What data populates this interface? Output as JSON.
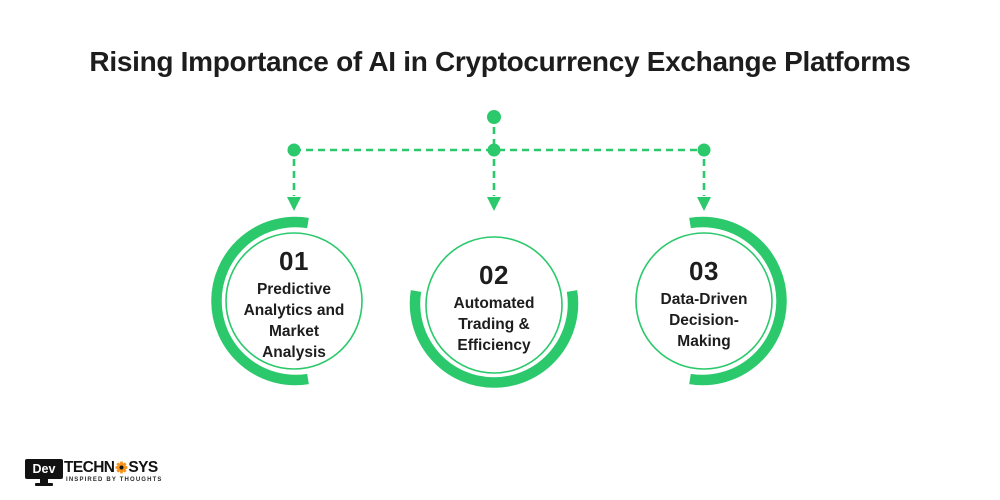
{
  "title": "Rising Importance of AI in Cryptocurrency Exchange Platforms",
  "colors": {
    "accent_green": "#2bc96c",
    "text_dark": "#1d1d1d",
    "logo_black": "#121212",
    "logo_orange": "#f7941e"
  },
  "items": [
    {
      "number": "01",
      "label": "Predictive Analytics and Market Analysis",
      "arc_position": "left"
    },
    {
      "number": "02",
      "label": "Automated Trading & Efficiency",
      "arc_position": "bottom"
    },
    {
      "number": "03",
      "label": "Data-Driven Decision-Making",
      "arc_position": "right"
    }
  ],
  "logo": {
    "monitor_text": "Dev",
    "name_pre": "TECHN",
    "name_post": "SYS",
    "tagline": "INSPIRED BY THOUGHTS"
  }
}
